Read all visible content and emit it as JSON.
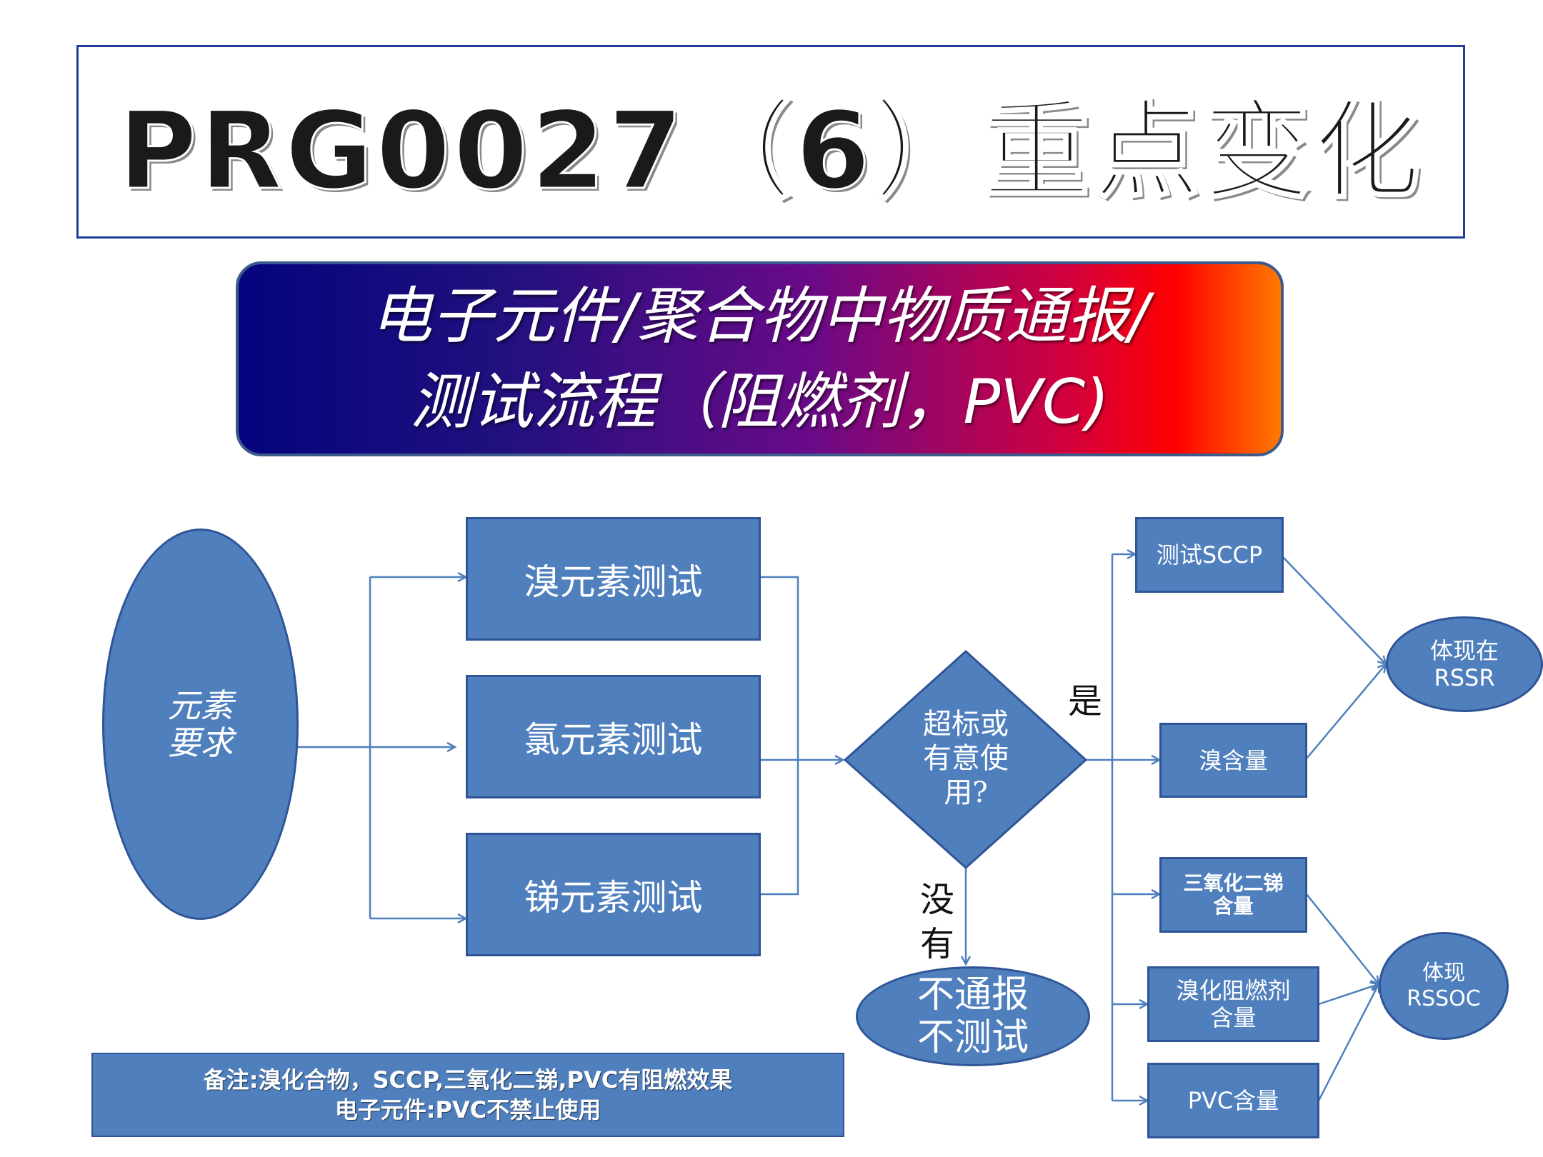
{
  "title": "PRG0027（6）重点变化",
  "banner": {
    "line1": "电子元件/聚合物中物质通报/",
    "line2": "测试流程（阻燃剂，PVC)"
  },
  "diagram": {
    "start": {
      "line1": "元素",
      "line2": "要求"
    },
    "tests": [
      "溴元素测试",
      "氯元素测试",
      "锑元素测试"
    ],
    "decision": {
      "line1": "超标或",
      "line2": "有意使",
      "line3": "用?"
    },
    "yes_label": "是",
    "no_label_1": "没",
    "no_label_2": "有",
    "no_result": {
      "line1": "不通报",
      "line2": "不测试"
    },
    "rssr_items": [
      "测试SCCP",
      "溴含量"
    ],
    "rssoc_items": [
      {
        "line1": "三氧化二锑",
        "line2": "含量"
      },
      {
        "line1": "溴化阻燃剂",
        "line2": "含量"
      },
      {
        "line1": "PVC含量",
        "line2": ""
      }
    ],
    "rssr_target": {
      "line1": "体现在",
      "line2": "RSSR"
    },
    "rssoc_target": {
      "line1": "体现",
      "line2": "RSSOC"
    }
  },
  "note": {
    "line1": "备注:溴化合物，SCCP,三氧化二锑,PVC有阻燃效果",
    "line2": "电子元件:PVC不禁止使用"
  },
  "colors": {
    "box_fill": "#4f7fbd",
    "box_border": "#2f5597",
    "line": "#4f7fbd"
  }
}
